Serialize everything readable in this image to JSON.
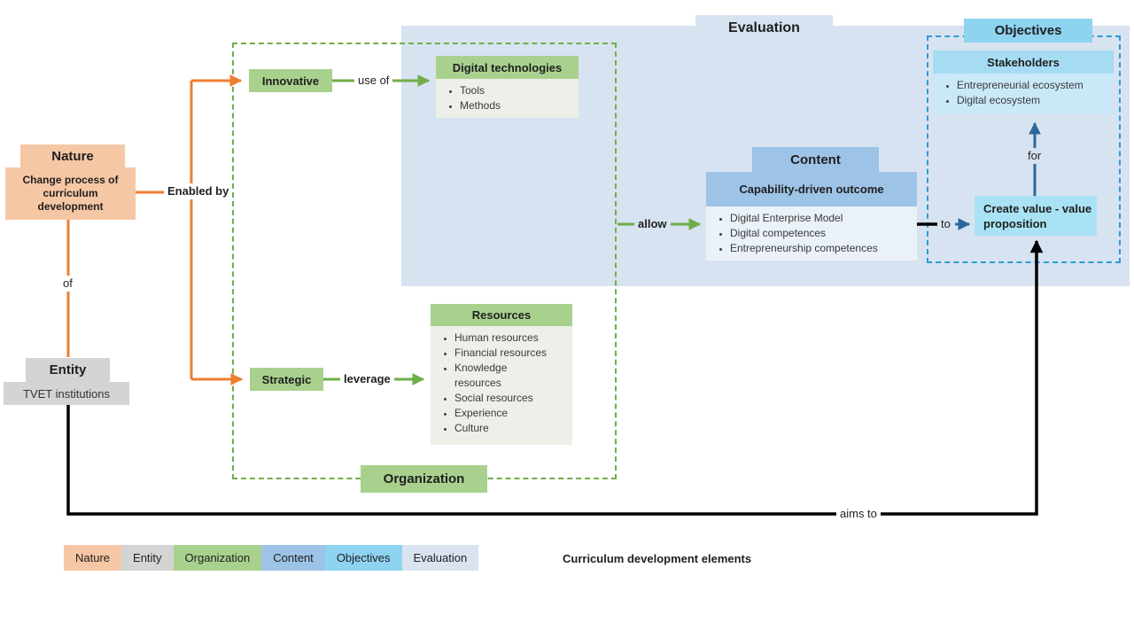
{
  "colors": {
    "nature_peach": "#F6C7A5",
    "entity_gray": "#D4D4D4",
    "organization_green": "#A9D18E",
    "content_blue": "#9DC3E6",
    "objectives_sky": "#8ED3F0",
    "evaluation_pale": "#D9E4F0",
    "orange_line": "#ED7D31",
    "green_line": "#70AD47",
    "dark_blue_line": "#2B689C",
    "blue_dashed": "#2E9BD6",
    "black_line": "#000000"
  },
  "diagram": {
    "nature": {
      "title": "Nature",
      "body": "Change process of curriculum development"
    },
    "entity": {
      "title": "Entity",
      "body": "TVET institutions"
    },
    "innovative_label": "Innovative",
    "strategic_label": "Strategic",
    "digital_technologies": {
      "title": "Digital technologies",
      "items": [
        "Tools",
        "Methods"
      ]
    },
    "resources": {
      "title": "Resources",
      "items": [
        "Human resources",
        "Financial resources",
        "Knowledge\nresources",
        "Social resources",
        "Experience",
        "Culture"
      ]
    },
    "organization_label": "Organization",
    "evaluation_title": "Evaluation",
    "content": {
      "title": "Content",
      "subtitle": "Capability-driven outcome",
      "items": [
        "Digital Enterprise Model",
        "Digital competences",
        "Entrepreneurship competences"
      ]
    },
    "objectives": {
      "title": "Objectives",
      "stakeholders_title": "Stakeholders",
      "items": [
        "Entrepreneurial ecosystem",
        "Digital ecosystem"
      ]
    },
    "create_value_label": "Create value - value proposition",
    "labels": {
      "enabled_by": "Enabled by",
      "of": "of",
      "use_of": "use of",
      "leverage": "leverage",
      "allow": "allow",
      "to": "to",
      "for": "for",
      "aims_to": "aims to"
    }
  },
  "legend": {
    "items": [
      {
        "label": "Nature",
        "color": "#F6C7A5"
      },
      {
        "label": "Entity",
        "color": "#D4D4D4"
      },
      {
        "label": "Organization",
        "color": "#A9D18E"
      },
      {
        "label": "Content",
        "color": "#9DC3E6"
      },
      {
        "label": "Objectives",
        "color": "#8ED3F0"
      },
      {
        "label": "Evaluation",
        "color": "#D9E4F0"
      }
    ],
    "caption": "Curriculum development elements"
  }
}
